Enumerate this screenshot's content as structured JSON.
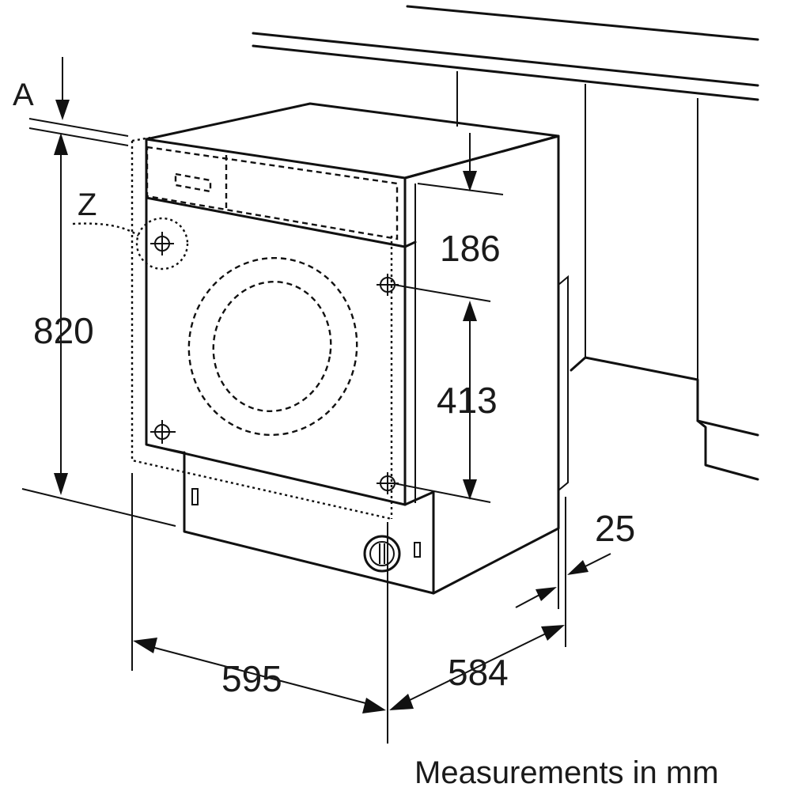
{
  "labels": {
    "a": "A",
    "z": "Z",
    "height_820": "820",
    "top_186": "186",
    "mid_413": "413",
    "gap_25": "25",
    "width_595": "595",
    "depth_584": "584",
    "caption": "Measurements in mm"
  },
  "colors": {
    "line": "#111111",
    "background": "#ffffff"
  }
}
